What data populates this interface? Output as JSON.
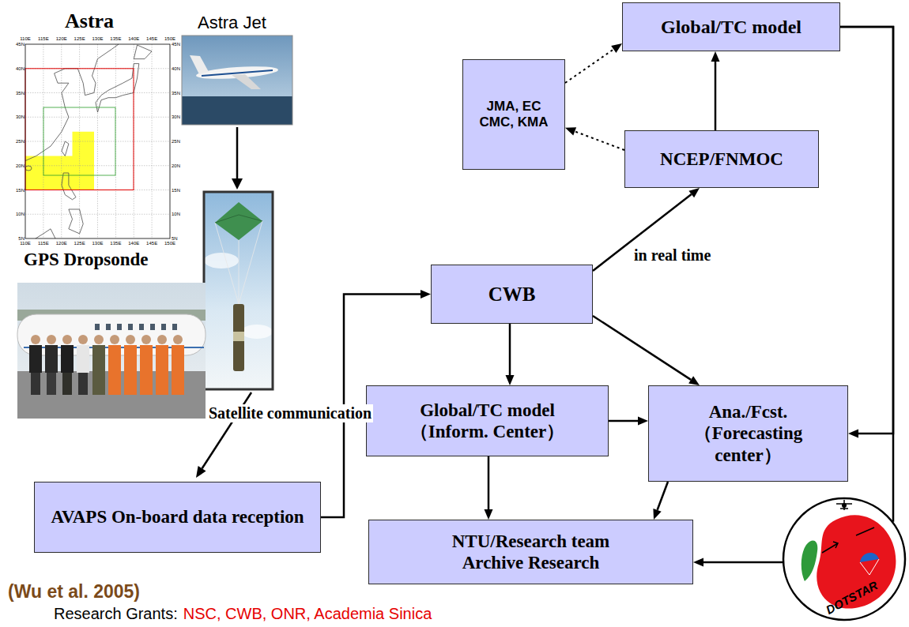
{
  "diagram": {
    "nodes": [
      {
        "text": [
          "AVAPS On-board data reception"
        ]
      },
      {
        "text": [
          "CWB"
        ]
      },
      {
        "text": [
          "Global/TC model （Inform. Center）"
        ]
      },
      {
        "text": [
          "Ana./Fcst. （Forecasting center）"
        ]
      },
      {
        "text": [
          "NTU/Research team Archive Research"
        ]
      },
      {
        "text": [
          "Global/TC model"
        ]
      },
      {
        "text": [
          "JMA, EC CMC, KMA"
        ]
      },
      {
        "text": [
          "NCEP/FNMOC"
        ]
      },
      {
        "text": [
          "DOTSTAR"
        ]
      }
    ],
    "edges": [
      {
        "from": 0,
        "to": 1,
        "arrow": "to"
      },
      {
        "from": 1,
        "to": 7,
        "label": "in real time",
        "arrow": "to"
      },
      {
        "from": 1,
        "to": 2,
        "arrow": "to"
      },
      {
        "from": 1,
        "to": 3,
        "arrow": "to"
      },
      {
        "from": 2,
        "to": 3,
        "arrow": "to"
      },
      {
        "from": 2,
        "to": 4,
        "arrow": "to"
      },
      {
        "from": 3,
        "to": 4,
        "arrow": "to"
      },
      {
        "from": 7,
        "to": 5,
        "arrow": "to"
      },
      {
        "from": 7,
        "to": 6,
        "arrow": "to"
      },
      {
        "from": 6,
        "to": 5,
        "arrow": "to"
      },
      {
        "from": 5,
        "to": 3,
        "arrow": "to"
      },
      {
        "from": 5,
        "to": 8,
        "arrow": "none"
      },
      {
        "from": 8,
        "to": 4,
        "arrow": "to"
      }
    ],
    "labels": [
      "Astra Jet",
      "Astra",
      "110E",
      "115E",
      "120E",
      "125E",
      "130E",
      "135E",
      "140E",
      "145E",
      "150E",
      "110E",
      "115E",
      "120E",
      "125E",
      "130E",
      "135E",
      "140E",
      "145E",
      "150E",
      "45N",
      "40N",
      "35N",
      "30N",
      "25N",
      "20N",
      "15N",
      "10N",
      "5N",
      "45N",
      "40N",
      "35N",
      "30N",
      "25N",
      "20N",
      "15N",
      "10N",
      "5N",
      "GPS Dropsonde",
      "Satellite communication",
      "(Wu et al. 2005)",
      "Research Grants:",
      "NSC, CWB, ONR, Academia Sinica"
    ]
  }
}
